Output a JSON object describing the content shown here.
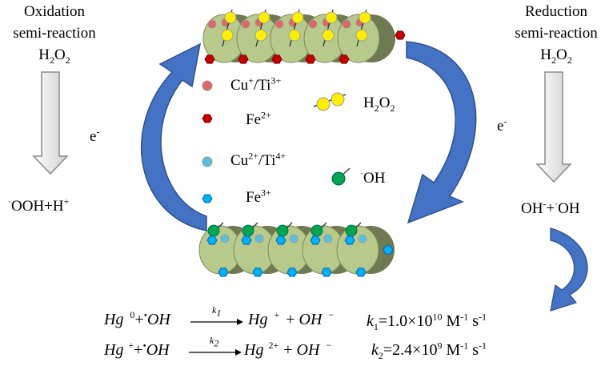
{
  "left": {
    "line1": "Oxidation",
    "line2": "semi-reaction",
    "h2o2_main": "H",
    "h2o2_sub1": "2",
    "h2o2_o": "O",
    "h2o2_sub2": "2",
    "electron": "e",
    "electron_sup": "-",
    "product_pre_sup": "·",
    "product_main": "OOH+H",
    "product_sup": "+"
  },
  "right": {
    "line1": "Reduction",
    "line2": "semi-reaction",
    "h2o2_main": "H",
    "h2o2_sub1": "2",
    "h2o2_o": "O",
    "h2o2_sub2": "2",
    "electron": "e",
    "electron_sup": "-",
    "product_a": "OH",
    "product_a_sup": "-",
    "product_b": "+",
    "product_b_sup": "·",
    "product_c": "OH"
  },
  "legend": {
    "cu_ti_red": "Cu",
    "cu_ti_red_sup1": "+",
    "cu_ti_red_mid": "/Ti",
    "cu_ti_red_sup2": "3+",
    "fe2": "Fe",
    "fe2_sup": "2+",
    "cu_ti_ox": "Cu",
    "cu_ti_ox_sup1": "2+",
    "cu_ti_ox_mid": "/Ti",
    "cu_ti_ox_sup2": "4+",
    "fe3": "Fe",
    "fe3_sup": "3+",
    "h2o2": "H",
    "h2o2_sub1": "2",
    "h2o2_o": "O",
    "h2o2_sub2": "2",
    "oh_dot": "·",
    "oh": "OH"
  },
  "equations": {
    "eq1_lhs_a": "Hg",
    "eq1_lhs_sup": "0",
    "eq1_plus": "+",
    "eq1_dot": "•",
    "eq1_oh": "OH",
    "eq1_k": "k",
    "eq1_k_sub": "1",
    "eq1_rhs_a": "Hg",
    "eq1_rhs_sup": "+",
    "eq1_rhs_plus": "+",
    "eq1_rhs_oh": "OH",
    "eq1_rhs_sup2": "−",
    "eq2_lhs_a": "Hg",
    "eq2_lhs_sup": "+",
    "eq2_plus": "+",
    "eq2_dot": "•",
    "eq2_oh": "OH",
    "eq2_k": "k",
    "eq2_k_sub": "2",
    "eq2_rhs_a": "Hg",
    "eq2_rhs_sup": "2+",
    "eq2_rhs_plus": "+",
    "eq2_rhs_oh": "OH",
    "eq2_rhs_sup2": "−"
  },
  "rates": {
    "k1": "k",
    "k1_sub": "1",
    "k1_val": "=1.0×10",
    "k1_exp": "10",
    "k1_unit": " M",
    "k1_unit_sup": "-1",
    "k1_unit2": " s",
    "k1_unit2_sup": "-1",
    "k2": "k",
    "k2_sub": "2",
    "k2_val": "=2.4×10",
    "k2_exp": "9",
    "k2_unit": " M",
    "k2_unit_sup": "-1",
    "k2_unit2": " s",
    "k2_unit2_sup": "-1"
  },
  "colors": {
    "particle_fill": "#b8c98c",
    "particle_dark": "#6f7a52",
    "arrow_blue": "#4472c4",
    "arrow_blue_dark": "#2f528f",
    "cu_red": "#e06666",
    "fe2_red": "#c00000",
    "cu_blue": "#5bc0de",
    "fe3_blue": "#00b0f0",
    "h2o2_yellow": "#ffee00",
    "oh_green": "#00a550"
  }
}
